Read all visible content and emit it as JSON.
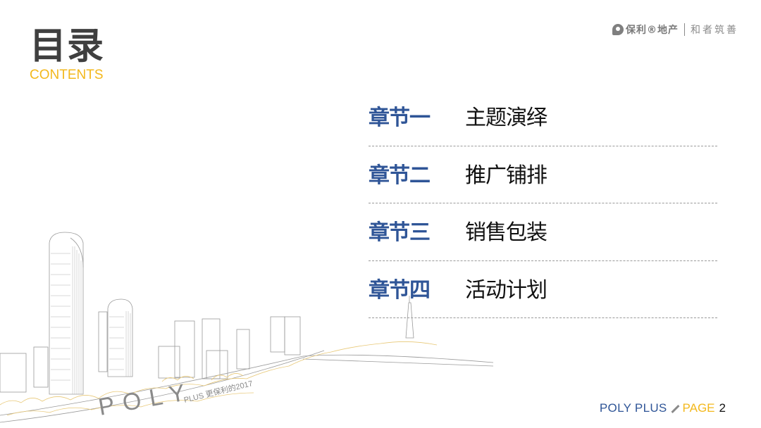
{
  "header": {
    "title": "目录",
    "subtitle": "CONTENTS"
  },
  "brand": {
    "logo_icon": "poly-p-logo-icon",
    "name": "保利®地产",
    "slogan": "和者筑善"
  },
  "toc": {
    "items": [
      {
        "chapter": "章节一",
        "topic": "主题演绎"
      },
      {
        "chapter": "章节二",
        "topic": "推广铺排"
      },
      {
        "chapter": "章节三",
        "topic": "销售包装"
      },
      {
        "chapter": "章节四",
        "topic": "活动计划"
      }
    ]
  },
  "illustration": {
    "caption_main": "POLY",
    "caption_sub": "PLUS 更保利的2017"
  },
  "footer": {
    "brand": "POLY PLUS",
    "page_label": "PAGE",
    "page_number": "2"
  },
  "colors": {
    "title": "#3f3f3f",
    "accent_yellow": "#f3b81c",
    "chapter_blue": "#2f5597",
    "line_gray": "#9a9a9a",
    "tree_outline": "#e8c877"
  }
}
